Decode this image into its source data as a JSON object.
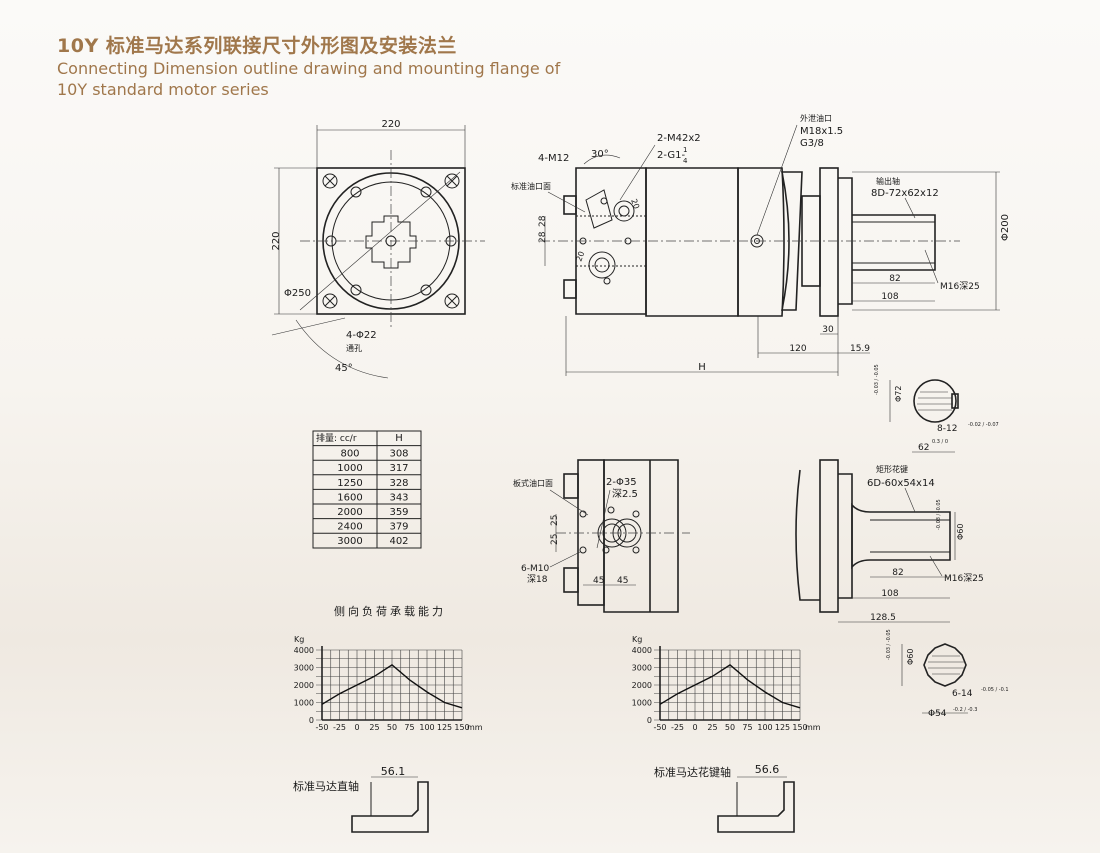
{
  "header": {
    "title_cn": "10Y 标准马达系列联接尺寸外形图及安装法兰",
    "title_en_line1": "Connecting Dimension outline drawing and mounting flange of",
    "title_en_line2": "10Y standard motor series"
  },
  "front_view": {
    "width": "220",
    "height": "220",
    "bolt_circle": "Φ250",
    "holes": "4-Φ22",
    "holes_note": "通孔",
    "angle": "45°"
  },
  "side_view": {
    "thread_holes": "4-M12",
    "angle": "30°",
    "ports_1": "2-M42x2",
    "ports_2": "2-G1-",
    "ports_2_num": "1",
    "ports_2_den": "4",
    "oil_face": "标准油口面",
    "drain_label": "外泄油口",
    "drain_1": "M18x1.5",
    "drain_2": "G3/8",
    "dim_28a": "28",
    "dim_28b": "28",
    "port_size_a": "20",
    "port_size_b": "20",
    "shaft_label": "输出轴",
    "shaft_spec": "8D-72x62x12",
    "dim_200": "Φ200",
    "dim_82": "82",
    "dim_108": "108",
    "m16": "M16深25",
    "dim_30": "30",
    "dim_120": "120",
    "dim_159": "15.9",
    "dim_H": "H"
  },
  "section_1": {
    "d": "Φ72",
    "d_tol": "-0.03 / -0.05",
    "key": "8-12",
    "key_tol": "-0.02 / -0.07",
    "h": "62",
    "h_tol": "0.3 / 0"
  },
  "table": {
    "col1": "排量: cc/r",
    "col2": "H",
    "rows": [
      [
        "800",
        "308"
      ],
      [
        "1000",
        "317"
      ],
      [
        "1250",
        "328"
      ],
      [
        "1600",
        "343"
      ],
      [
        "2000",
        "359"
      ],
      [
        "2400",
        "379"
      ],
      [
        "3000",
        "402"
      ]
    ]
  },
  "plate_view": {
    "face_label": "板式油口面",
    "ports": "2-Φ35",
    "depth": "深2.5",
    "dim_25a": "25",
    "dim_25b": "25",
    "thread": "6-M10",
    "thread_depth": "深18",
    "dim_45a": "45",
    "dim_45b": "45"
  },
  "spline_view": {
    "label": "矩形花键",
    "spec": "6D-60x54x14",
    "d": "Φ60",
    "d_tol": "-0.03 / -0.05",
    "dim_82": "82",
    "dim_108": "108",
    "dim_1285": "128.5",
    "m16": "M16深25"
  },
  "section_2": {
    "d": "Φ60",
    "d_tol": "-0.03 / -0.05",
    "key": "6-14",
    "key_tol": "-0.05 / -0.1",
    "d2": "Φ54",
    "d2_tol": "-0.2 / -0.3"
  },
  "load_title": "侧向负荷承载能力",
  "chart_data": [
    {
      "type": "line",
      "ylabel": "Kg",
      "xlabel": "mm",
      "x_ticks": [
        "-50",
        "-25",
        "0",
        "25",
        "50",
        "75",
        "100",
        "125",
        "150"
      ],
      "y_ticks": [
        "0",
        "1000",
        "2000",
        "3000",
        "4000"
      ],
      "xlim": [
        -50,
        150
      ],
      "ylim": [
        0,
        4000
      ],
      "grid": true,
      "x": [
        -50,
        -25,
        0,
        25,
        50,
        75,
        100,
        125,
        150
      ],
      "y": [
        900,
        1500,
        2000,
        2500,
        3150,
        2300,
        1600,
        1000,
        700
      ],
      "caption": "标准马达直轴",
      "caption_dim": "56.1"
    },
    {
      "type": "line",
      "ylabel": "Kg",
      "xlabel": "mm",
      "x_ticks": [
        "-50",
        "-25",
        "0",
        "25",
        "50",
        "75",
        "100",
        "125",
        "150"
      ],
      "y_ticks": [
        "0",
        "1000",
        "2000",
        "3000",
        "4000"
      ],
      "xlim": [
        -50,
        150
      ],
      "ylim": [
        0,
        4000
      ],
      "grid": true,
      "x": [
        -50,
        -25,
        0,
        25,
        50,
        75,
        100,
        125,
        150
      ],
      "y": [
        900,
        1500,
        2000,
        2500,
        3150,
        2300,
        1600,
        1000,
        700
      ],
      "caption": "标准马达花键轴",
      "caption_dim": "56.6"
    }
  ]
}
